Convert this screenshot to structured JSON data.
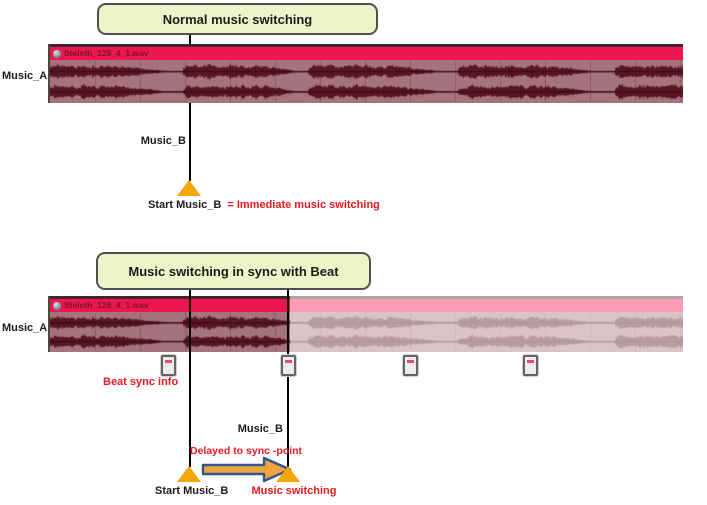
{
  "colors": {
    "title_box_bg": "#edf4c9",
    "title_box_border": "#4f4f4f",
    "track_header_bg": "#ee1650",
    "track_header_text": "#7c1228",
    "wave_bg": "#a5737d",
    "wave_dark": "#581522",
    "accent_red": "#e81822",
    "triangle": "#f2a607",
    "arrow_fill": "#eda53c",
    "arrow_border": "#33548f",
    "label_dark": "#1b1b1b"
  },
  "top": {
    "title": "Normal music switching",
    "track": {
      "label": "Music_A",
      "filename": "Steleth_128_4_1.wav"
    },
    "music_b_label": "Music_B",
    "start_label": "Start Music_B",
    "start_annotation": "= Immediate music switching"
  },
  "bottom": {
    "title": "Music switching in sync with Beat",
    "track": {
      "label": "Music_A",
      "filename": "Steleth_128_4_1.wav"
    },
    "beat_sync_label": "Beat sync info",
    "music_b_label": "Music_B",
    "delay_label": "Delayed to sync -point",
    "start_label": "Start Music_B",
    "switch_label": "Music switching"
  }
}
